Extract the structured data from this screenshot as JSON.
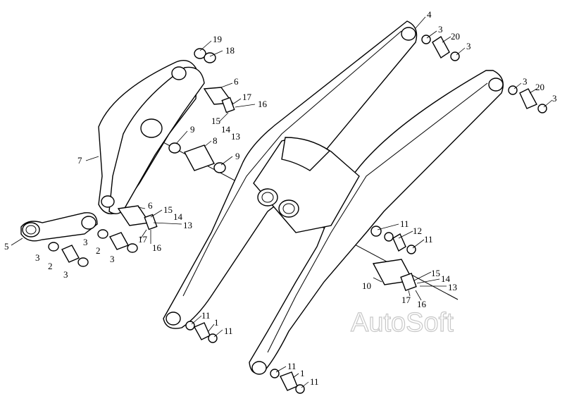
{
  "watermark": "AutoSoft",
  "callouts": {
    "c4": "4",
    "c3a": "3",
    "c20a": "20",
    "c3b": "3",
    "c3c": "3",
    "c20b": "20",
    "c3d": "3",
    "c19": "19",
    "c18": "18",
    "c6a": "6",
    "c17a": "17",
    "c16a": "16",
    "c15a": "15",
    "c14a": "14",
    "c13a": "13",
    "c9a": "9",
    "c8": "8",
    "c9b": "9",
    "c7": "7",
    "c6b": "6",
    "c15b": "15",
    "c14b": "14",
    "c13b": "13",
    "c17b": "17",
    "c16b": "16",
    "c5": "5",
    "c3e": "3",
    "c2a": "2",
    "c3f": "3",
    "c3g": "3",
    "c2b": "2",
    "c3h": "3",
    "c11a": "11",
    "c12": "12",
    "c11b": "11",
    "c10": "10",
    "c15c": "15",
    "c14c": "14",
    "c13c": "13",
    "c17c": "17",
    "c16c": "16",
    "c11c": "11",
    "c1a": "1",
    "c11d": "11",
    "c11e": "11",
    "c1b": "1",
    "c11f": "11"
  }
}
